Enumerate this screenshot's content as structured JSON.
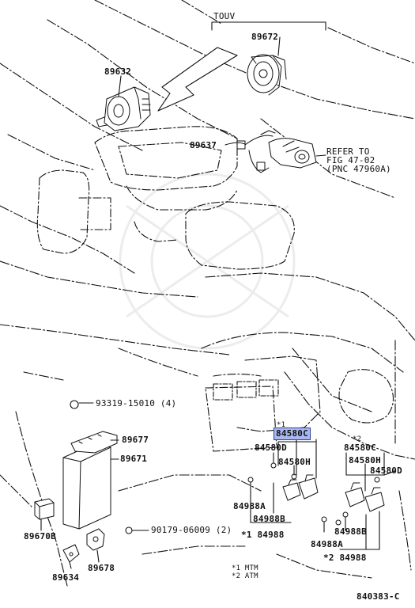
{
  "header": {
    "touv_label": "TOUV"
  },
  "callouts": {
    "p89672": "89672",
    "p89632": "89632",
    "p89637": "89637",
    "refer_line1": "REFER TO",
    "refer_line2": "FIG 47-02",
    "refer_line3": "(PNC 47960A)",
    "p93319": "93319-15010 (4)",
    "p89677": "89677",
    "p89671": "89671",
    "p89670b": "89670B",
    "p90179": "90179-06009 (2)",
    "p89678": "89678",
    "p89634": "89634",
    "star1_84580c": "*1",
    "p84580c_hl": "84580C",
    "p84580d_l": "84580D",
    "p84580h_l": "84580H",
    "p84988a_l": "84988A",
    "p84988b_l": "84988B",
    "p84988_l": "*1 84988",
    "star2": "*2",
    "p84580c_r": "84580C",
    "p84580h_r": "84580H",
    "p84580d_r": "84580D",
    "p84988b_r": "84988B",
    "p84988a_r": "84988A",
    "p84988_r": "*2 84988"
  },
  "legend": {
    "mtm": "*1 MTM",
    "atm": "*2 ATM"
  },
  "footer": {
    "figure_code": "840383-C"
  }
}
